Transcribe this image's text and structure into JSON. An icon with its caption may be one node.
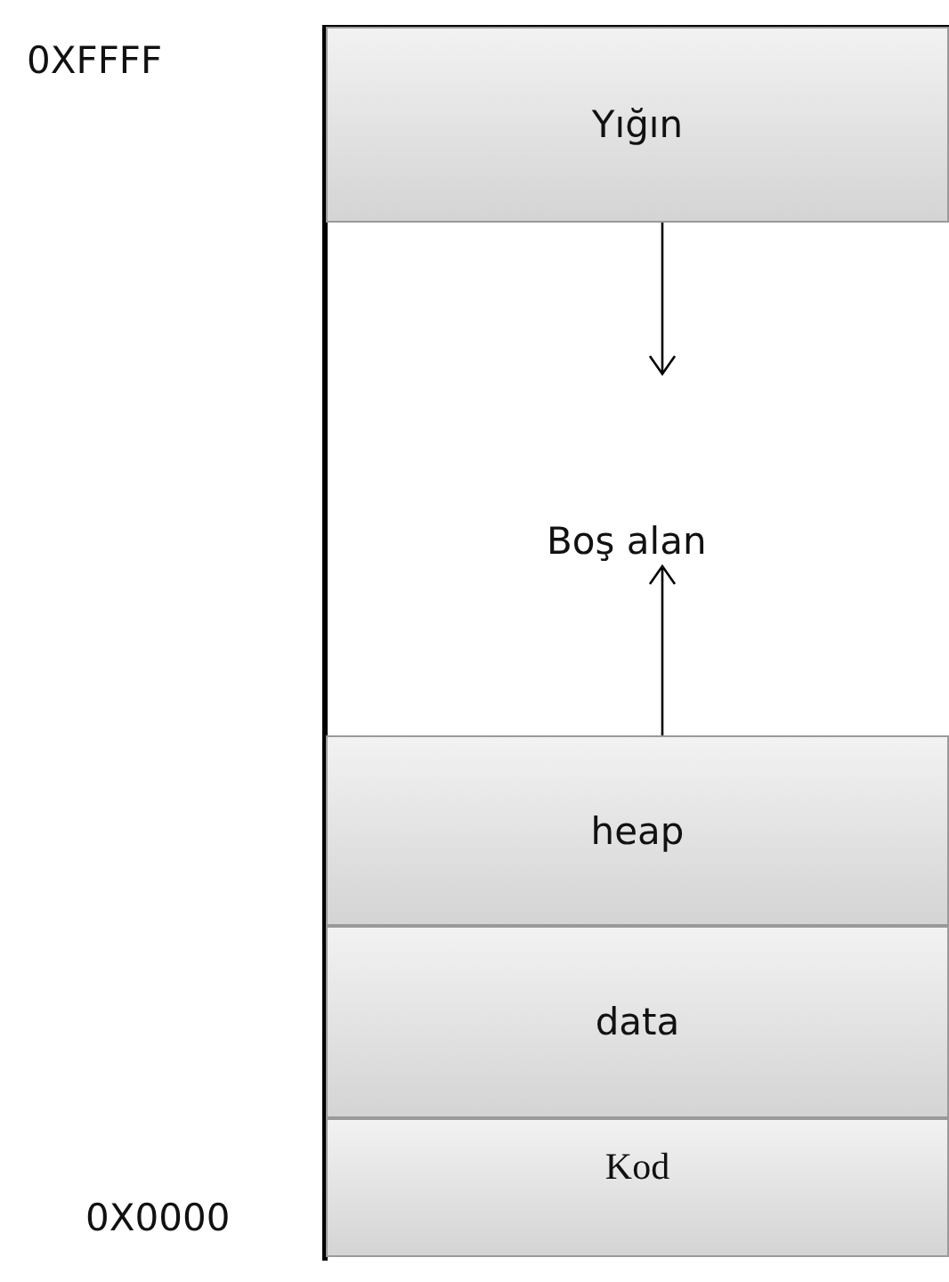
{
  "diagram": {
    "nodes": [
      {
        "text": [
          "Yığın"
        ]
      },
      {
        "text": [
          "Boş alan"
        ]
      },
      {
        "text": [
          "heap"
        ]
      },
      {
        "text": [
          "data"
        ]
      },
      {
        "text": [
          "Kod"
        ]
      }
    ],
    "edges": [
      {
        "from": 0,
        "to": null,
        "arrow": "to"
      },
      {
        "from": 2,
        "to": 1,
        "arrow": "to"
      }
    ],
    "labels": [
      "0XFFFF",
      "0X0000"
    ]
  }
}
